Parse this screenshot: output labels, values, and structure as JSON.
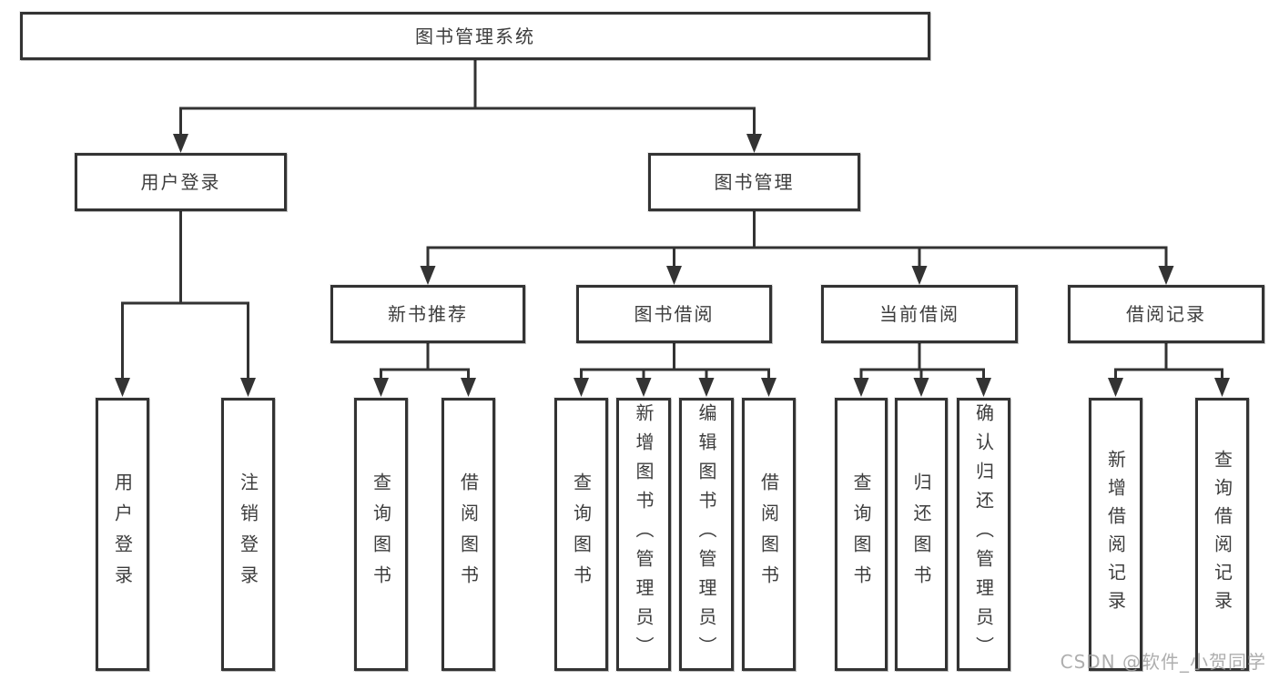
{
  "diagram": {
    "type": "tree",
    "orientation": "top-down"
  },
  "tree": {
    "label": "图书管理系统",
    "children": [
      {
        "label": "用户登录",
        "children": [
          {
            "label": "用户登录"
          },
          {
            "label": "注销登录"
          }
        ]
      },
      {
        "label": "图书管理",
        "children": [
          {
            "label": "新书推荐",
            "children": [
              {
                "label": "查询图书"
              },
              {
                "label": "借阅图书"
              }
            ]
          },
          {
            "label": "图书借阅",
            "children": [
              {
                "label": "查询图书"
              },
              {
                "label": "新增图书（管理员）"
              },
              {
                "label": "编辑图书（管理员）"
              },
              {
                "label": "借阅图书"
              }
            ]
          },
          {
            "label": "当前借阅",
            "children": [
              {
                "label": "查询图书"
              },
              {
                "label": "归还图书"
              },
              {
                "label": "确认归还（管理员）"
              }
            ]
          },
          {
            "label": "借阅记录",
            "children": [
              {
                "label": "新增借阅记录"
              },
              {
                "label": "查询借阅记录"
              }
            ]
          }
        ]
      }
    ]
  },
  "watermark": {
    "text": "CSDN @软件_小贺同学"
  },
  "colors": {
    "line": "#333333",
    "box_border": "#333333",
    "box_background": "#ffffff",
    "text": "#3d3d3d",
    "watermark_text": "#a0a0a0",
    "page_background": "#ffffff"
  }
}
